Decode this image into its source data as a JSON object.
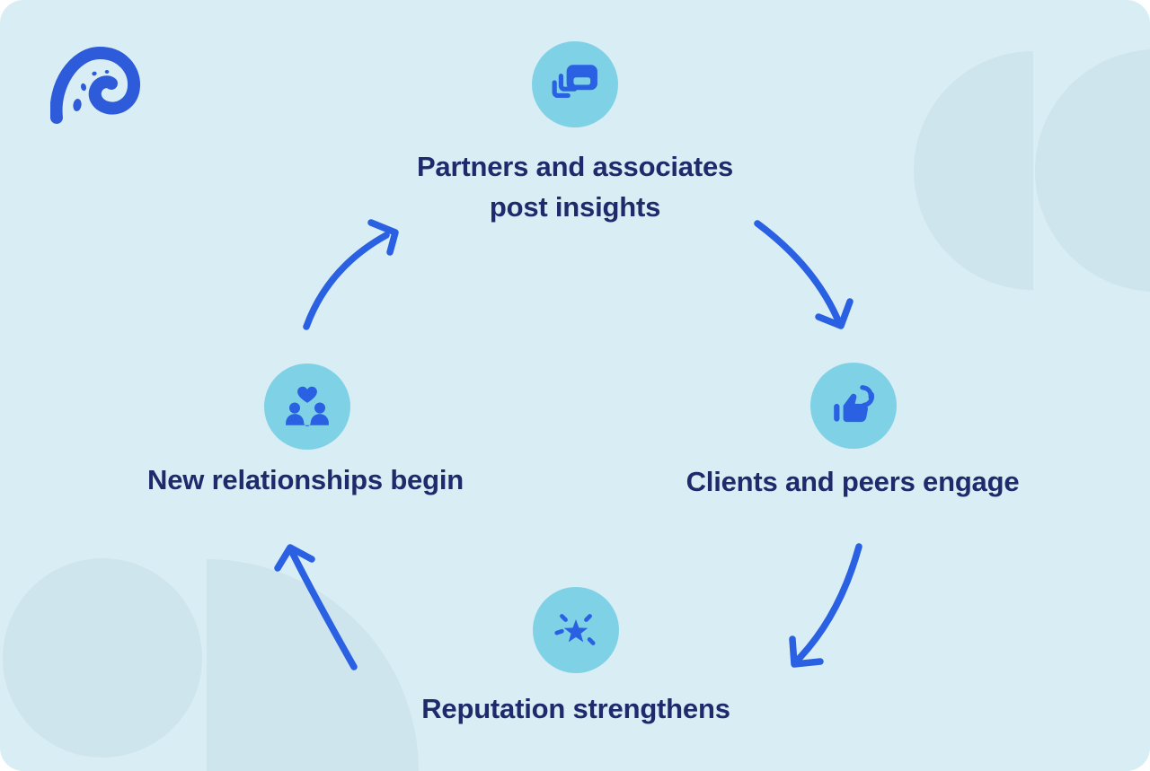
{
  "palette": {
    "page_bg": "#ffffff",
    "canvas_bg": "#d9edf4",
    "decor_shape": "#cfe5ee",
    "icon_circle": "#7fd2e6",
    "accent_blue": "#2a60e2",
    "text_navy": "#20296b",
    "logo_blue": "#2e5bd9"
  },
  "brand": {
    "logo_icon": "wave-spiral-logo-icon"
  },
  "cycle": {
    "steps": [
      {
        "position": "top",
        "label": "Partners and associates post insights",
        "icon": "stacked-posts-icon"
      },
      {
        "position": "right",
        "label": "Clients and peers engage",
        "icon": "thumbs-up-spark-icon"
      },
      {
        "position": "bottom",
        "label": "Reputation strengthens",
        "icon": "star-sparkle-icon"
      },
      {
        "position": "left",
        "label": "New relationships begin",
        "icon": "people-heart-icon"
      }
    ],
    "arrows": [
      {
        "from": "left",
        "to": "top"
      },
      {
        "from": "top",
        "to": "right"
      },
      {
        "from": "right",
        "to": "bottom"
      },
      {
        "from": "bottom",
        "to": "left"
      }
    ]
  }
}
